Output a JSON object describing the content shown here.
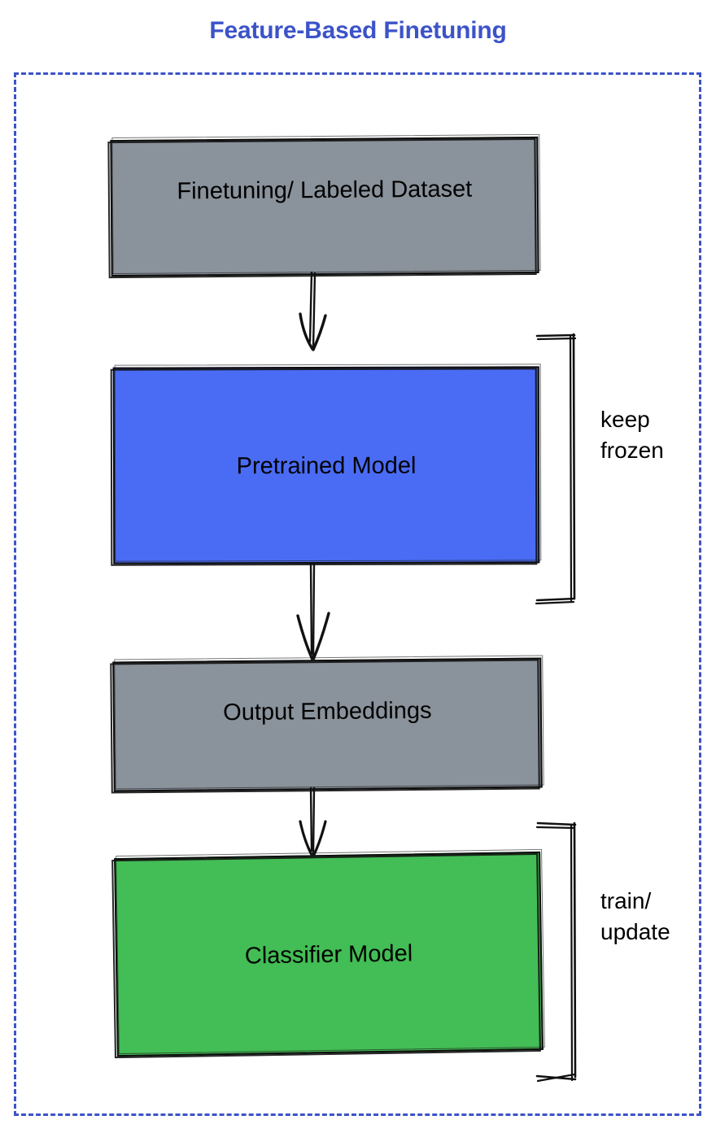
{
  "title": "Feature-Based Finetuning",
  "colors": {
    "title_text": "#3c53c8",
    "container_border": "#3c53c8",
    "box_gray": "#8a929b",
    "box_blue": "#4a6cf5",
    "box_green": "#43bd55",
    "stroke": "#0d0d0d",
    "background": "#ffffff"
  },
  "diagram": {
    "type": "flowchart",
    "orientation": "vertical",
    "nodes": [
      {
        "id": "dataset",
        "label": "Finetuning/ Labeled Dataset",
        "fill": "gray"
      },
      {
        "id": "pretrained",
        "label": "Pretrained Model",
        "fill": "blue"
      },
      {
        "id": "embeddings",
        "label": "Output Embeddings",
        "fill": "gray"
      },
      {
        "id": "classifier",
        "label": "Classifier Model",
        "fill": "green"
      }
    ],
    "edges": [
      {
        "from": "dataset",
        "to": "pretrained",
        "style": "arrow-down"
      },
      {
        "from": "pretrained",
        "to": "embeddings",
        "style": "arrow-down"
      },
      {
        "from": "embeddings",
        "to": "classifier",
        "style": "arrow-down"
      }
    ],
    "annotations": [
      {
        "id": "keep-frozen",
        "target": "pretrained",
        "label": "keep\nfrozen",
        "marker": "bracket-right"
      },
      {
        "id": "train-update",
        "target": "classifier",
        "label": "train/\nupdate",
        "marker": "bracket-right"
      }
    ]
  }
}
